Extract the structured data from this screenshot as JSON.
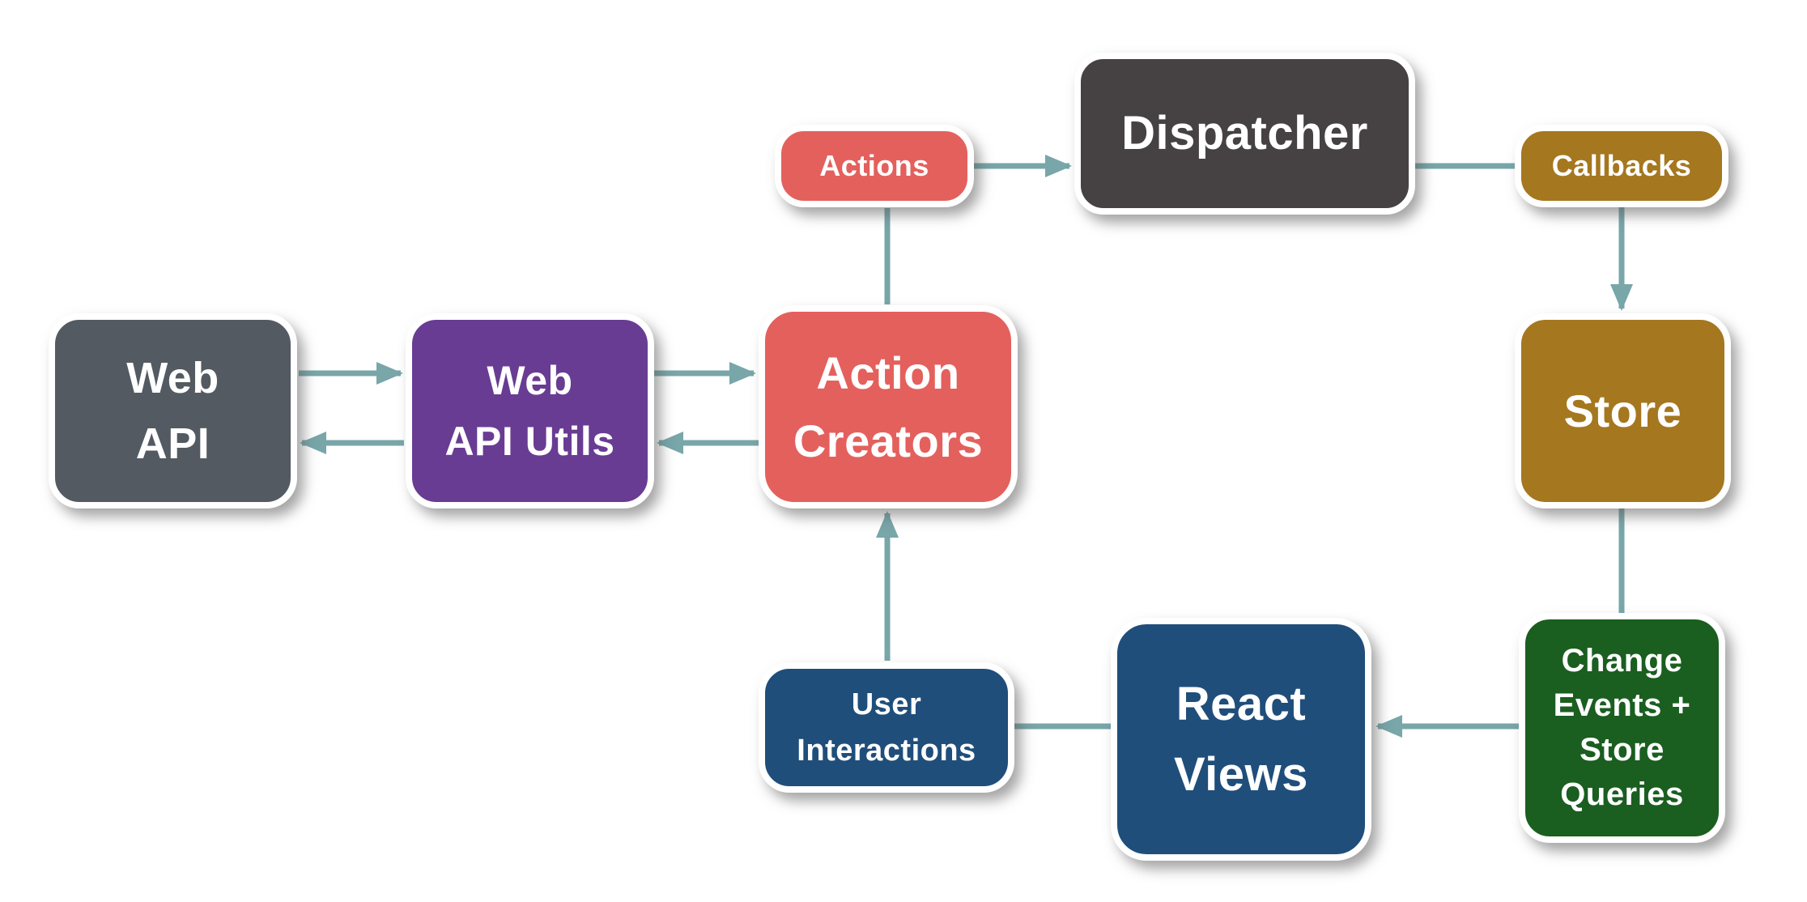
{
  "diagram": {
    "background": "#ffffff",
    "connector_color": "#78a6a9",
    "text_color": "#ffffff",
    "nodes": [
      {
        "id": "web-api",
        "label": "Web\nAPI",
        "color": "#545a62"
      },
      {
        "id": "web-api-utils",
        "label": "Web\nAPI Utils",
        "color": "#693c93"
      },
      {
        "id": "action-creators",
        "label": "Action\nCreators",
        "color": "#e4605d"
      },
      {
        "id": "actions",
        "label": "Actions",
        "color": "#e4605d"
      },
      {
        "id": "dispatcher",
        "label": "Dispatcher",
        "color": "#464243"
      },
      {
        "id": "callbacks",
        "label": "Callbacks",
        "color": "#a5771f"
      },
      {
        "id": "store",
        "label": "Store",
        "color": "#a5771f"
      },
      {
        "id": "change-events",
        "label": "Change\nEvents +\nStore\nQueries",
        "color": "#1a5e20"
      },
      {
        "id": "react-views",
        "label": "React\nViews",
        "color": "#1f4e7b"
      },
      {
        "id": "user-interactions",
        "label": "User\nInteractions",
        "color": "#1f4e7b"
      }
    ],
    "connections": [
      {
        "from": "web-api",
        "to": "web-api-utils",
        "arrow": true
      },
      {
        "from": "web-api-utils",
        "to": "web-api",
        "arrow": true
      },
      {
        "from": "web-api-utils",
        "to": "action-creators",
        "arrow": true
      },
      {
        "from": "action-creators",
        "to": "web-api-utils",
        "arrow": true
      },
      {
        "from": "action-creators",
        "to": "actions",
        "arrow": false
      },
      {
        "from": "actions",
        "to": "dispatcher",
        "arrow": true
      },
      {
        "from": "dispatcher",
        "to": "callbacks",
        "arrow": false
      },
      {
        "from": "callbacks",
        "to": "store",
        "arrow": true
      },
      {
        "from": "store",
        "to": "change-events",
        "arrow": false
      },
      {
        "from": "change-events",
        "to": "react-views",
        "arrow": true
      },
      {
        "from": "react-views",
        "to": "user-interactions",
        "arrow": false
      },
      {
        "from": "user-interactions",
        "to": "action-creators",
        "arrow": true
      }
    ]
  }
}
